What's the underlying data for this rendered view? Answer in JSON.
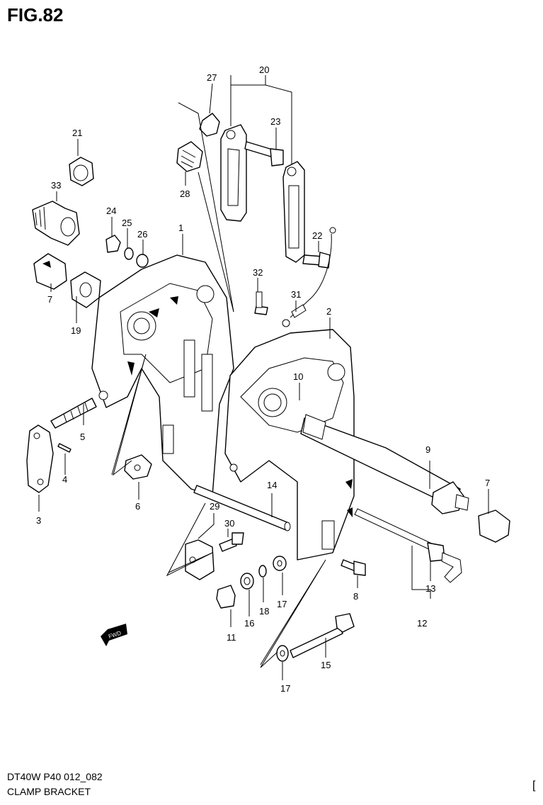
{
  "figure": {
    "title": "FIG.82",
    "model_code": "DT40W P40 012_082",
    "name": "CLAMP BRACKET",
    "corner_mark": "["
  },
  "callouts": [
    "1",
    "2",
    "3",
    "4",
    "5",
    "6",
    "7",
    "8",
    "9",
    "10",
    "11",
    "12",
    "13",
    "14",
    "15",
    "16",
    "17",
    "18",
    "19",
    "20",
    "21",
    "22",
    "23",
    "24",
    "25",
    "26",
    "27",
    "28",
    "29",
    "30",
    "31",
    "32",
    "33"
  ],
  "direction_badge": "FWD"
}
